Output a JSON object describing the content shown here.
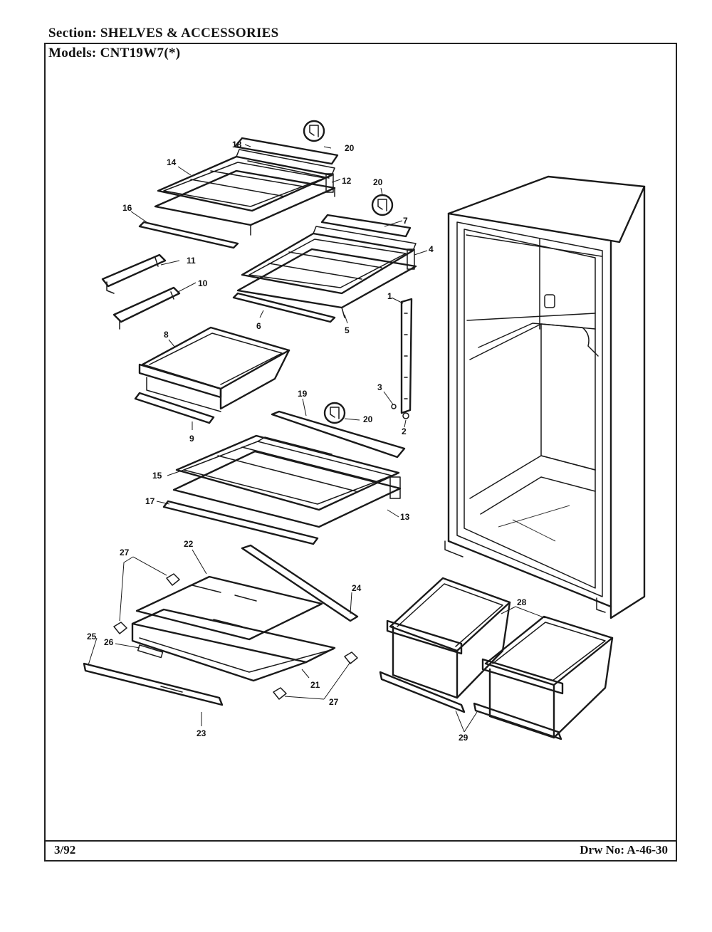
{
  "header": {
    "section_label": "Section:",
    "section_value": "SHELVES & ACCESSORIES",
    "models_label": "Models:",
    "models_value": "CNT19W7(*)"
  },
  "footer": {
    "date": "3/92",
    "drawing_label": "Drw No:",
    "drawing_number": "A-46-30"
  },
  "callouts": {
    "c1": "1",
    "c2": "2",
    "c3": "3",
    "c4": "4",
    "c5": "5",
    "c6": "6",
    "c7": "7",
    "c8": "8",
    "c9": "9",
    "c10": "10",
    "c11": "11",
    "c12": "12",
    "c13": "13",
    "c14": "14",
    "c15": "15",
    "c16": "16",
    "c17": "17",
    "c18": "18",
    "c19": "19",
    "c20a": "20",
    "c20b": "20",
    "c20c": "20",
    "c21": "21",
    "c22": "22",
    "c23": "23",
    "c24": "24",
    "c25": "25",
    "c26": "26",
    "c27a": "27",
    "c27b": "27",
    "c28": "28",
    "c29": "29"
  }
}
